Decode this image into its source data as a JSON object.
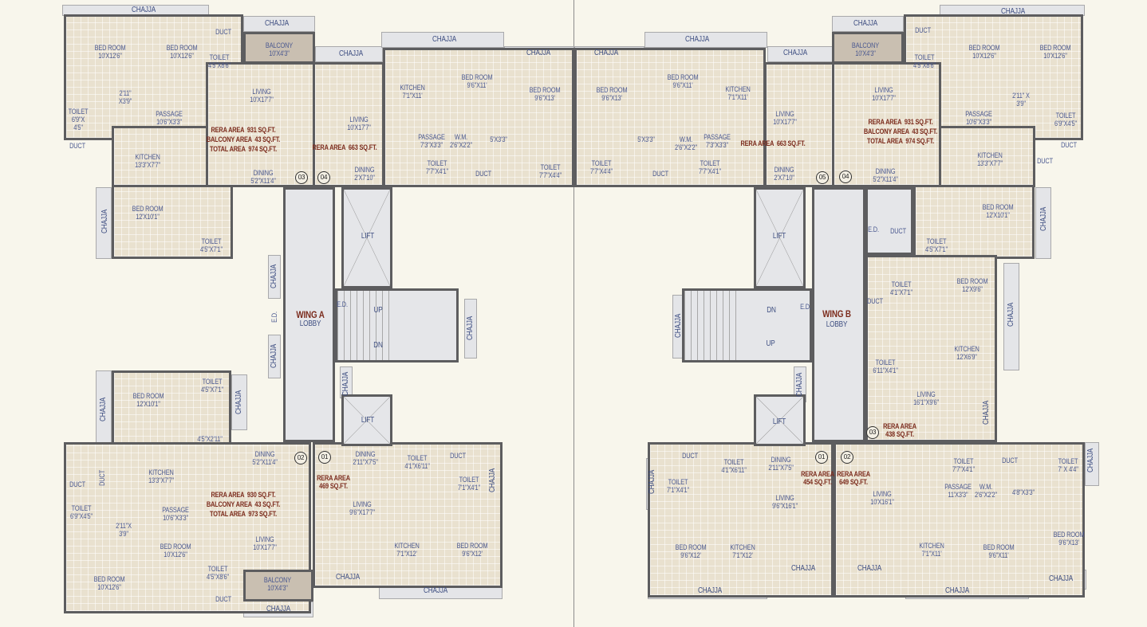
{
  "common": {
    "chajja": "CHAJJA",
    "duct": "DUCT",
    "lift": "LIFT",
    "up": "UP",
    "dn": "DN",
    "ed": "E.D.",
    "colors": {
      "room_text": "#4b5990",
      "area_text": "#7b2b1c",
      "wall": "#5d5d5f",
      "floor": "#e9e1cf",
      "lobby": "#e5e6e9",
      "balcony": "#c9bfb1",
      "background": "#f8f6ec"
    }
  },
  "wing_a": {
    "lobby": {
      "title": "WING A",
      "subtitle": "LOBBY"
    },
    "flat_03": {
      "number": "03",
      "areas": [
        "RERA AREA  931 SQ.FT.",
        "BALCONY AREA  43 SQ.FT.",
        "TOTAL AREA  974 SQ.FT."
      ],
      "rooms": [
        "BED ROOM\n10'X12'6\"",
        "BED ROOM\n10'X12'6\"",
        "TOILET\n4'5\"X8'6\"",
        "BALCONY\n10'X4'3\"",
        "LIVING\n10'X17'7\"",
        "2'11\"\nX3'9\"",
        "TOILET\n6'9\"X\n4'5\"",
        "PASSAGE\n10'6\"X3'3\"",
        "DUCT",
        "KITCHEN\n13'3\"X7'7\"",
        "DINING\n5'2\"X11'4\"",
        "BED ROOM\n12'X10'1\"",
        "TOILET\n4'5\"X7'1\"",
        "DUCT"
      ]
    },
    "flat_04": {
      "number": "04",
      "area": "RERA AREA  663 SQ.FT.",
      "rooms": [
        "LIVING\n10'X17'7\"",
        "DINING\n2'X7'10\"",
        "KITCHEN\n7'1\"X11'",
        "BED ROOM\n9'6\"X11'",
        "BED ROOM\n9'6\"X13'",
        "PASSAGE\n7'3\"X3'3\"",
        "W.M.\n2'6\"X2'2\"",
        "5'X3'3\"",
        "TOILET\n7'7\"X4'1\"",
        "DUCT",
        "TOILET\n7'7\"X4'4\""
      ]
    },
    "flat_01": {
      "number": "01",
      "area": "RERA AREA\n469 SQ.FT.",
      "rooms": [
        "DINING\n2'11\"X7'5\"",
        "LIVING\n9'6\"X17'7\"",
        "TOILET\n4'1\"X6'11\"",
        "DUCT",
        "TOILET\n7'1\"X4'1\"",
        "KITCHEN\n7'1\"X12'",
        "BED ROOM\n9'6\"X12'"
      ]
    },
    "flat_02": {
      "number": "02",
      "areas": [
        "RERA AREA  930 SQ.FT.",
        "BALCONY AREA  43 SQ.FT.",
        "TOTAL AREA  973 SQ.FT."
      ],
      "rooms": [
        "BED ROOM\n12'X10'1\"",
        "TOILET\n4'5\"X7'1\"",
        "4'5\"X2'11\"",
        "DINING\n5'2\"X11'4\"",
        "KITCHEN\n13'3\"X7'7\"",
        "DUCT",
        "TOILET\n6'9\"X4'5\"",
        "PASSAGE\n10'6\"X3'3\"",
        "2'11\"X\n3'9\"",
        "BED ROOM\n10'X12'6\"",
        "LIVING\n10'X17'7\"",
        "TOILET\n4'5\"X8'6\"",
        "BED ROOM\n10'X12'6\"",
        "BALCONY\n10'X4'3\"",
        "DUCT",
        "DUCT"
      ]
    }
  },
  "wing_b": {
    "lobby": {
      "title": "WING B",
      "subtitle": "LOBBY"
    },
    "flat_05": {
      "number": "05",
      "area": "RERA AREA  663 SQ.FT.",
      "rooms": [
        "BED ROOM\n9'6\"X13'",
        "BED ROOM\n9'6\"X11'",
        "KITCHEN\n7'1\"X11'",
        "LIVING\n10'X17'7\"",
        "5'X3'3\"",
        "W.M.\n2'6\"X2'2\"",
        "PASSAGE\n7'3\"X3'3\"",
        "TOILET\n7'7\"X4'4\"",
        "DUCT",
        "TOILET\n7'7\"X4'1\"",
        "DINING\n2'X7'10\""
      ]
    },
    "flat_04": {
      "number": "04",
      "areas": [
        "RERA AREA  931 SQ.FT.",
        "BALCONY AREA  43 SQ.FT.",
        "TOTAL AREA  974 SQ.FT."
      ],
      "rooms": [
        "BALCONY\n10'X4'3\"",
        "DUCT",
        "TOILET\n4'5\"X8'6\"",
        "BED ROOM\n10'X12'6\"",
        "BED ROOM\n10'X12'6\"",
        "LIVING\n10'X17'7\"",
        "PASSAGE\n10'6\"X3'3\"",
        "2'11\" X\n3'9\"",
        "TOILET\n6'9\"X4'5\"",
        "DUCT",
        "DUCT",
        "KITCHEN\n13'3\"X7'7\"",
        "DINING\n5'2\"X11'4\"",
        "BED ROOM\n12'X10'1\"",
        "TOILET\n4'5\"X7'1\"",
        "DUCT"
      ]
    },
    "flat_03": {
      "number": "03",
      "area": "RERA AREA\n438 SQ.FT.",
      "rooms": [
        "TOILET\n4'1\"X7'1\"",
        "DUCT",
        "BED ROOM\n12'X9'6\"",
        "KITCHEN\n12'X6'9\"",
        "TOILET\n6'11\"X4'1\"",
        "LIVING\n16'1\"X9'6\""
      ]
    },
    "flat_02": {
      "number": "02",
      "area": "RERA AREA\n649 SQ.FT.",
      "rooms": [
        "LIVING\n10'X16'1\"",
        "TOILET\n7'7\"X4'1\"",
        "DUCT",
        "TOILET\n7' X 4'4\"",
        "PASSAGE\n11'X3'3\"",
        "W.M.\n2'6\"X2'2\"",
        "4'8\"X3'3\"",
        "KITCHEN\n7'1\"X11'",
        "BED ROOM\n9'6\"X11'",
        "BED ROOM\n9'6\"X13'"
      ]
    },
    "flat_01": {
      "number": "01",
      "area": "RERA AREA\n454 SQ.FT.",
      "rooms": [
        "DINING\n2'11\"X7'5\"",
        "LIVING\n9'6\"X16'1\"",
        "TOILET\n4'1\"X6'11\"",
        "DUCT",
        "TOILET\n7'1\"X4'1\"",
        "KITCHEN\n7'1\"X12'",
        "BED ROOM\n9'6\"X12'"
      ]
    }
  }
}
